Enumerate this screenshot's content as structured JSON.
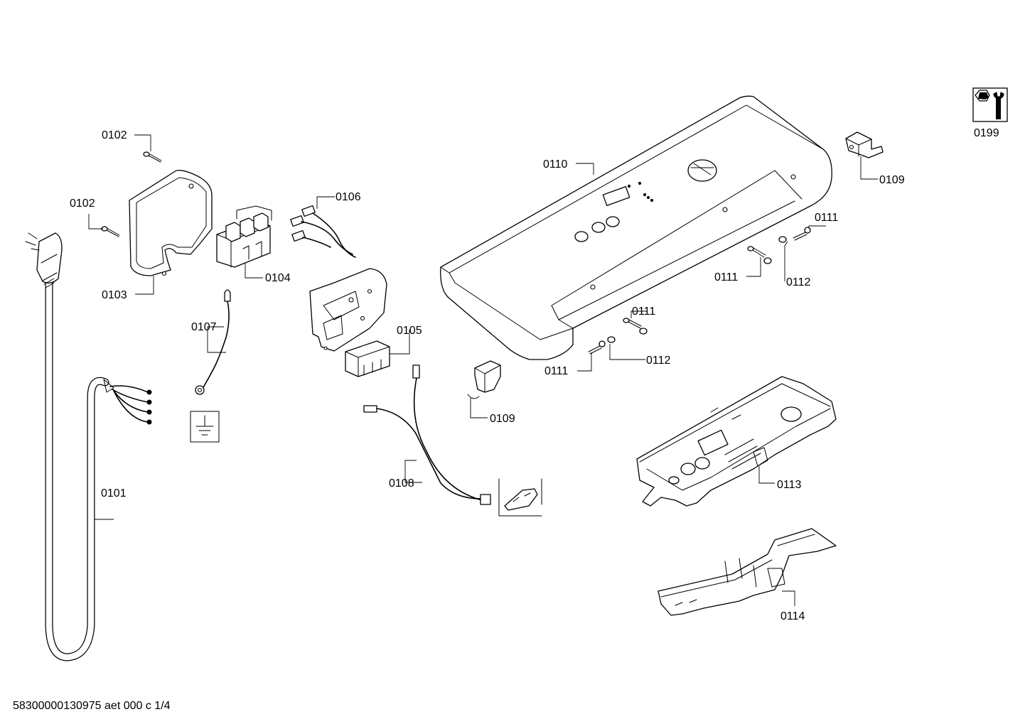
{
  "diagram": {
    "labels": {
      "p0101": "0101",
      "p0102a": "0102",
      "p0102b": "0102",
      "p0103": "0103",
      "p0104": "0104",
      "p0105": "0105",
      "p0106": "0106",
      "p0107": "0107",
      "p0108": "0108",
      "p0109a": "0109",
      "p0109b": "0109",
      "p0110": "0110",
      "p0111a": "0111",
      "p0111b": "0111",
      "p0111c": "0111",
      "p0111d": "0111",
      "p0112a": "0112",
      "p0112b": "0112",
      "p0113": "0113",
      "p0114": "0114",
      "p0199": "0199"
    },
    "footer": "58300000130975 aet 000 c 1/4",
    "icons": [
      "wrench-icon",
      "ground-symbol-icon"
    ]
  }
}
